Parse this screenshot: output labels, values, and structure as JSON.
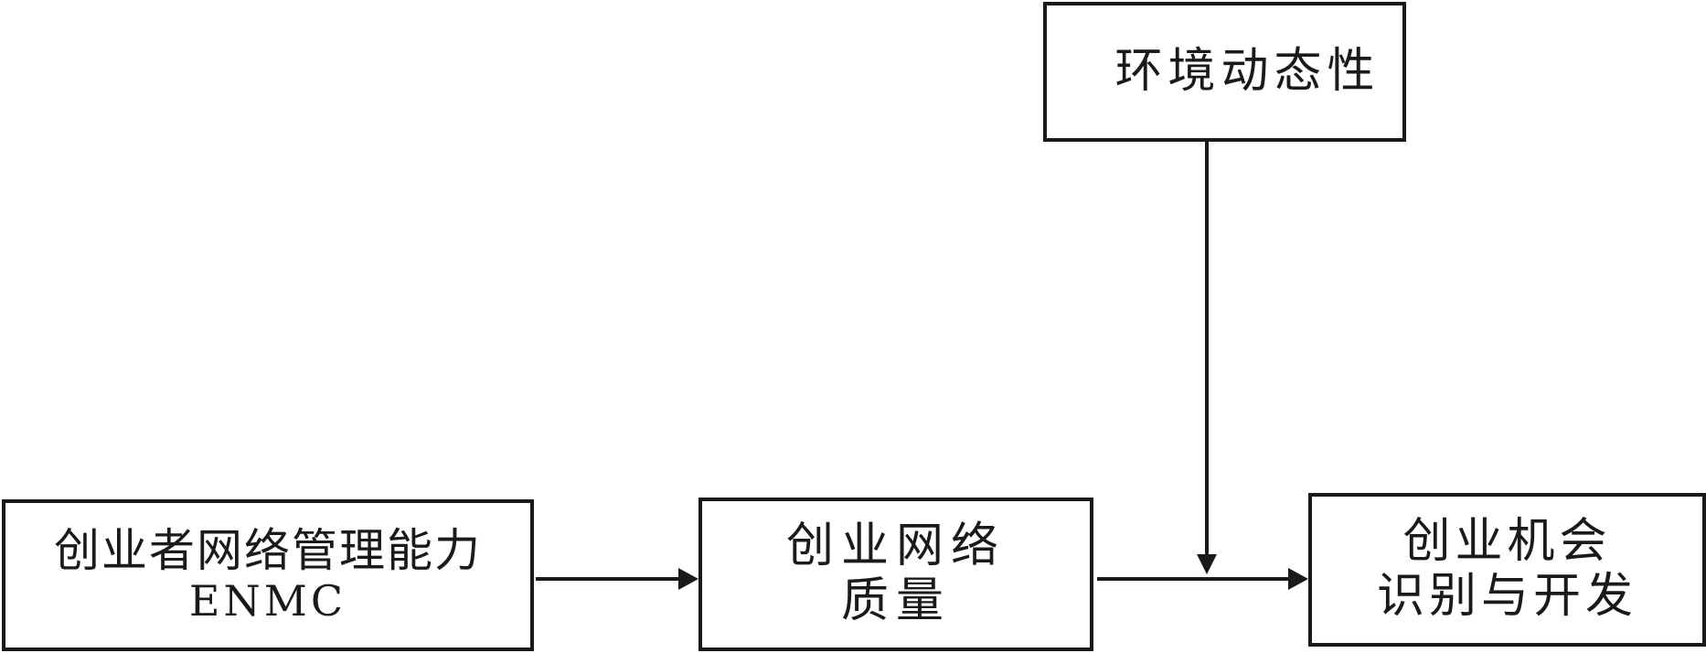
{
  "nodes": {
    "environment": {
      "label": "环境动态性"
    },
    "enmc": {
      "label_line1": "创业者网络管理能力",
      "label_line2": "ENMC"
    },
    "network_quality": {
      "label_line1": "创业网络",
      "label_line2": "质量"
    },
    "opportunity": {
      "label_line1": "创业机会",
      "label_line2": "识别与开发"
    }
  },
  "edges": [
    {
      "from": "enmc",
      "to": "network_quality"
    },
    {
      "from": "network_quality",
      "to": "opportunity"
    },
    {
      "from": "environment",
      "to": "network_quality-opportunity-edge"
    }
  ],
  "colors": {
    "stroke": "#1a1a1a",
    "background": "#ffffff"
  }
}
